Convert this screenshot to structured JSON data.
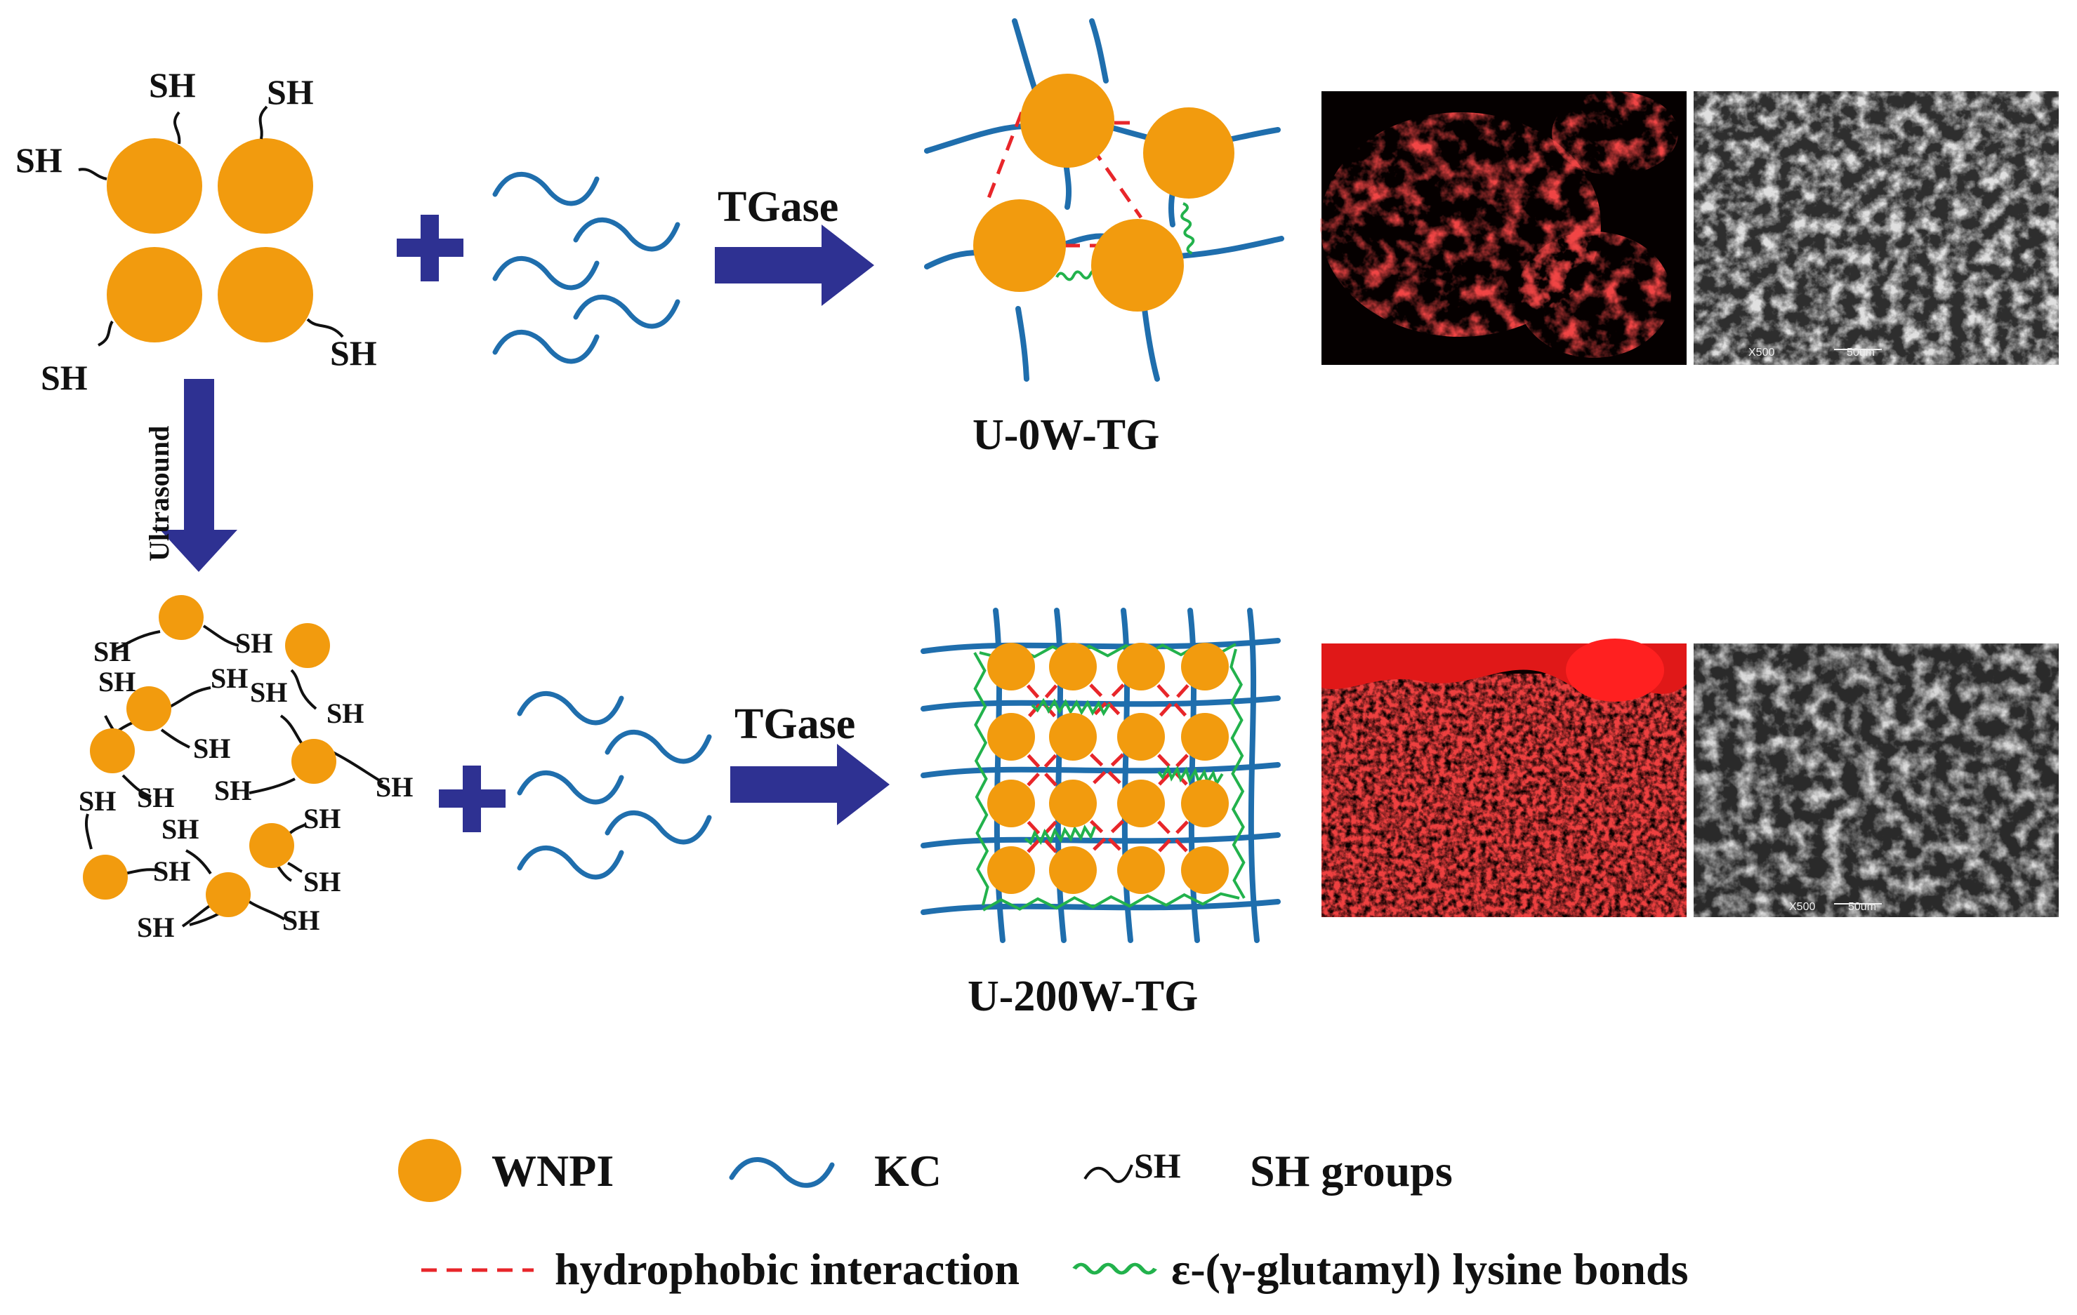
{
  "colors": {
    "wnpi": "#F29B0E",
    "kc": "#1F6EAD",
    "arrow": "#2E3192",
    "hydrophobic": "#E8262A",
    "glutamyl": "#22B24C",
    "confocal": "#E01818",
    "sem": "#3A3A3A"
  },
  "labels": {
    "sh": "SH",
    "plus_symbol": "+",
    "tgase_top": "TGase",
    "tgase_bottom": "TGase",
    "ultrasound": "Ultrasound",
    "product_top": "U-0W-TG",
    "product_bottom": "U-200W-TG",
    "sem_top_mag": "X500",
    "sem_top_scale": "50um",
    "sem_bottom_mag": "X500",
    "sem_bottom_scale": "50um"
  },
  "legend": {
    "wnpi": "WNPI",
    "kc": "KC",
    "sh_glyph": "SH",
    "sh_groups": "SH groups",
    "hydrophobic": "hydrophobic interaction",
    "glutamyl": "ε-(γ-glutamyl) lysine bonds"
  },
  "icons": {
    "particle": "orange-circle",
    "chain": "blue-wave",
    "arrow": "block-arrow",
    "plus": "plus-icon"
  }
}
